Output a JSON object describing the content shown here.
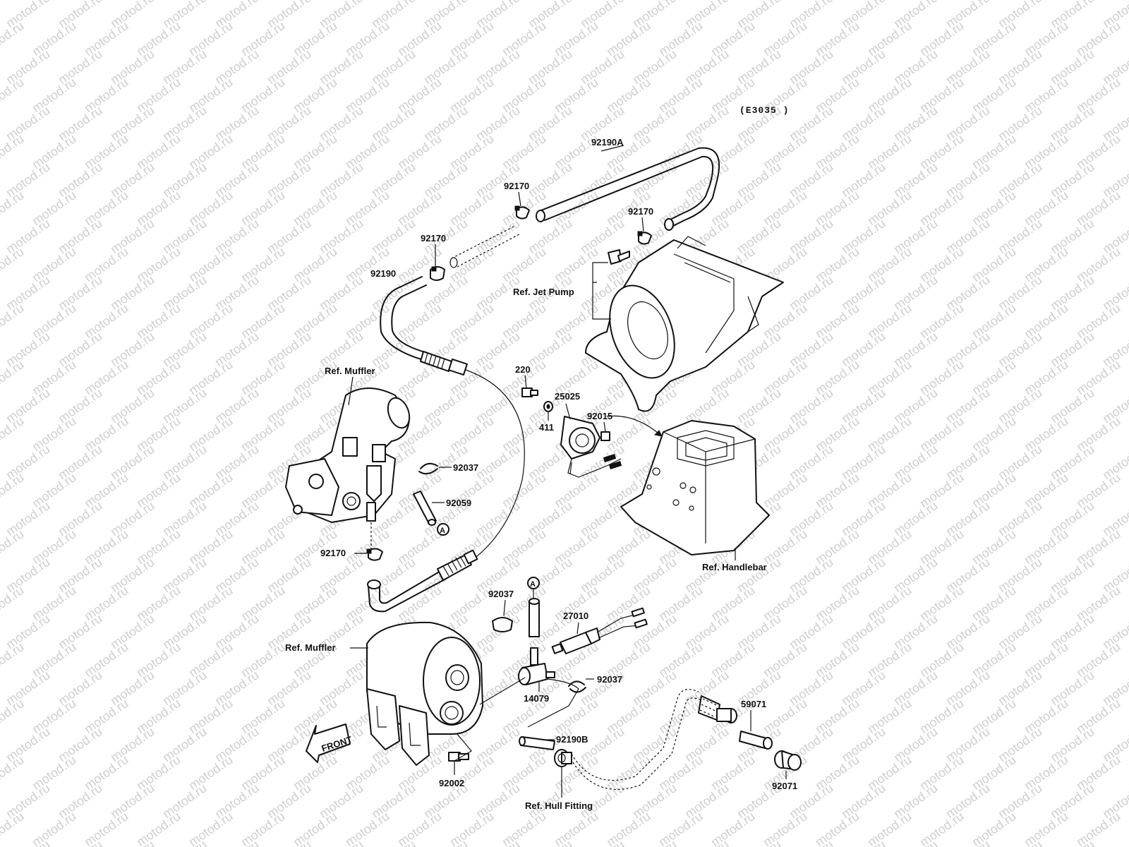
{
  "diagram_code": "(E3035 )",
  "watermark": "motod.ru",
  "labels": {
    "hose_92190A": "92190A",
    "clamp_92170_top": "92170",
    "clamp_92170_left": "92170",
    "clamp_92170_right": "92170",
    "hose_92190": "92190",
    "ref_jet_pump": "Ref. Jet Pump",
    "ref_muffler_top": "Ref. Muffler",
    "bolt_220": "220",
    "bracket_25025": "25025",
    "washer_411": "411",
    "nut_92015": "92015",
    "clip_92037_top": "92037",
    "hose_92059": "92059",
    "clamp_92170_low": "92170",
    "ref_handlebar": "Ref. Handlebar",
    "clip_92037_mid": "92037",
    "switch_27010": "27010",
    "ref_muffler_bottom": "Ref. Muffler",
    "clip_92037_right": "92037",
    "joint_14079": "14079",
    "fitting_59071": "59071",
    "hose_92190B": "92190B",
    "cap_92071": "92071",
    "bolt_92002": "92002",
    "ref_hull_fitting": "Ref. Hull Fitting",
    "front": "FRONT",
    "marker_a_top": "A",
    "marker_a_bottom": "A"
  }
}
